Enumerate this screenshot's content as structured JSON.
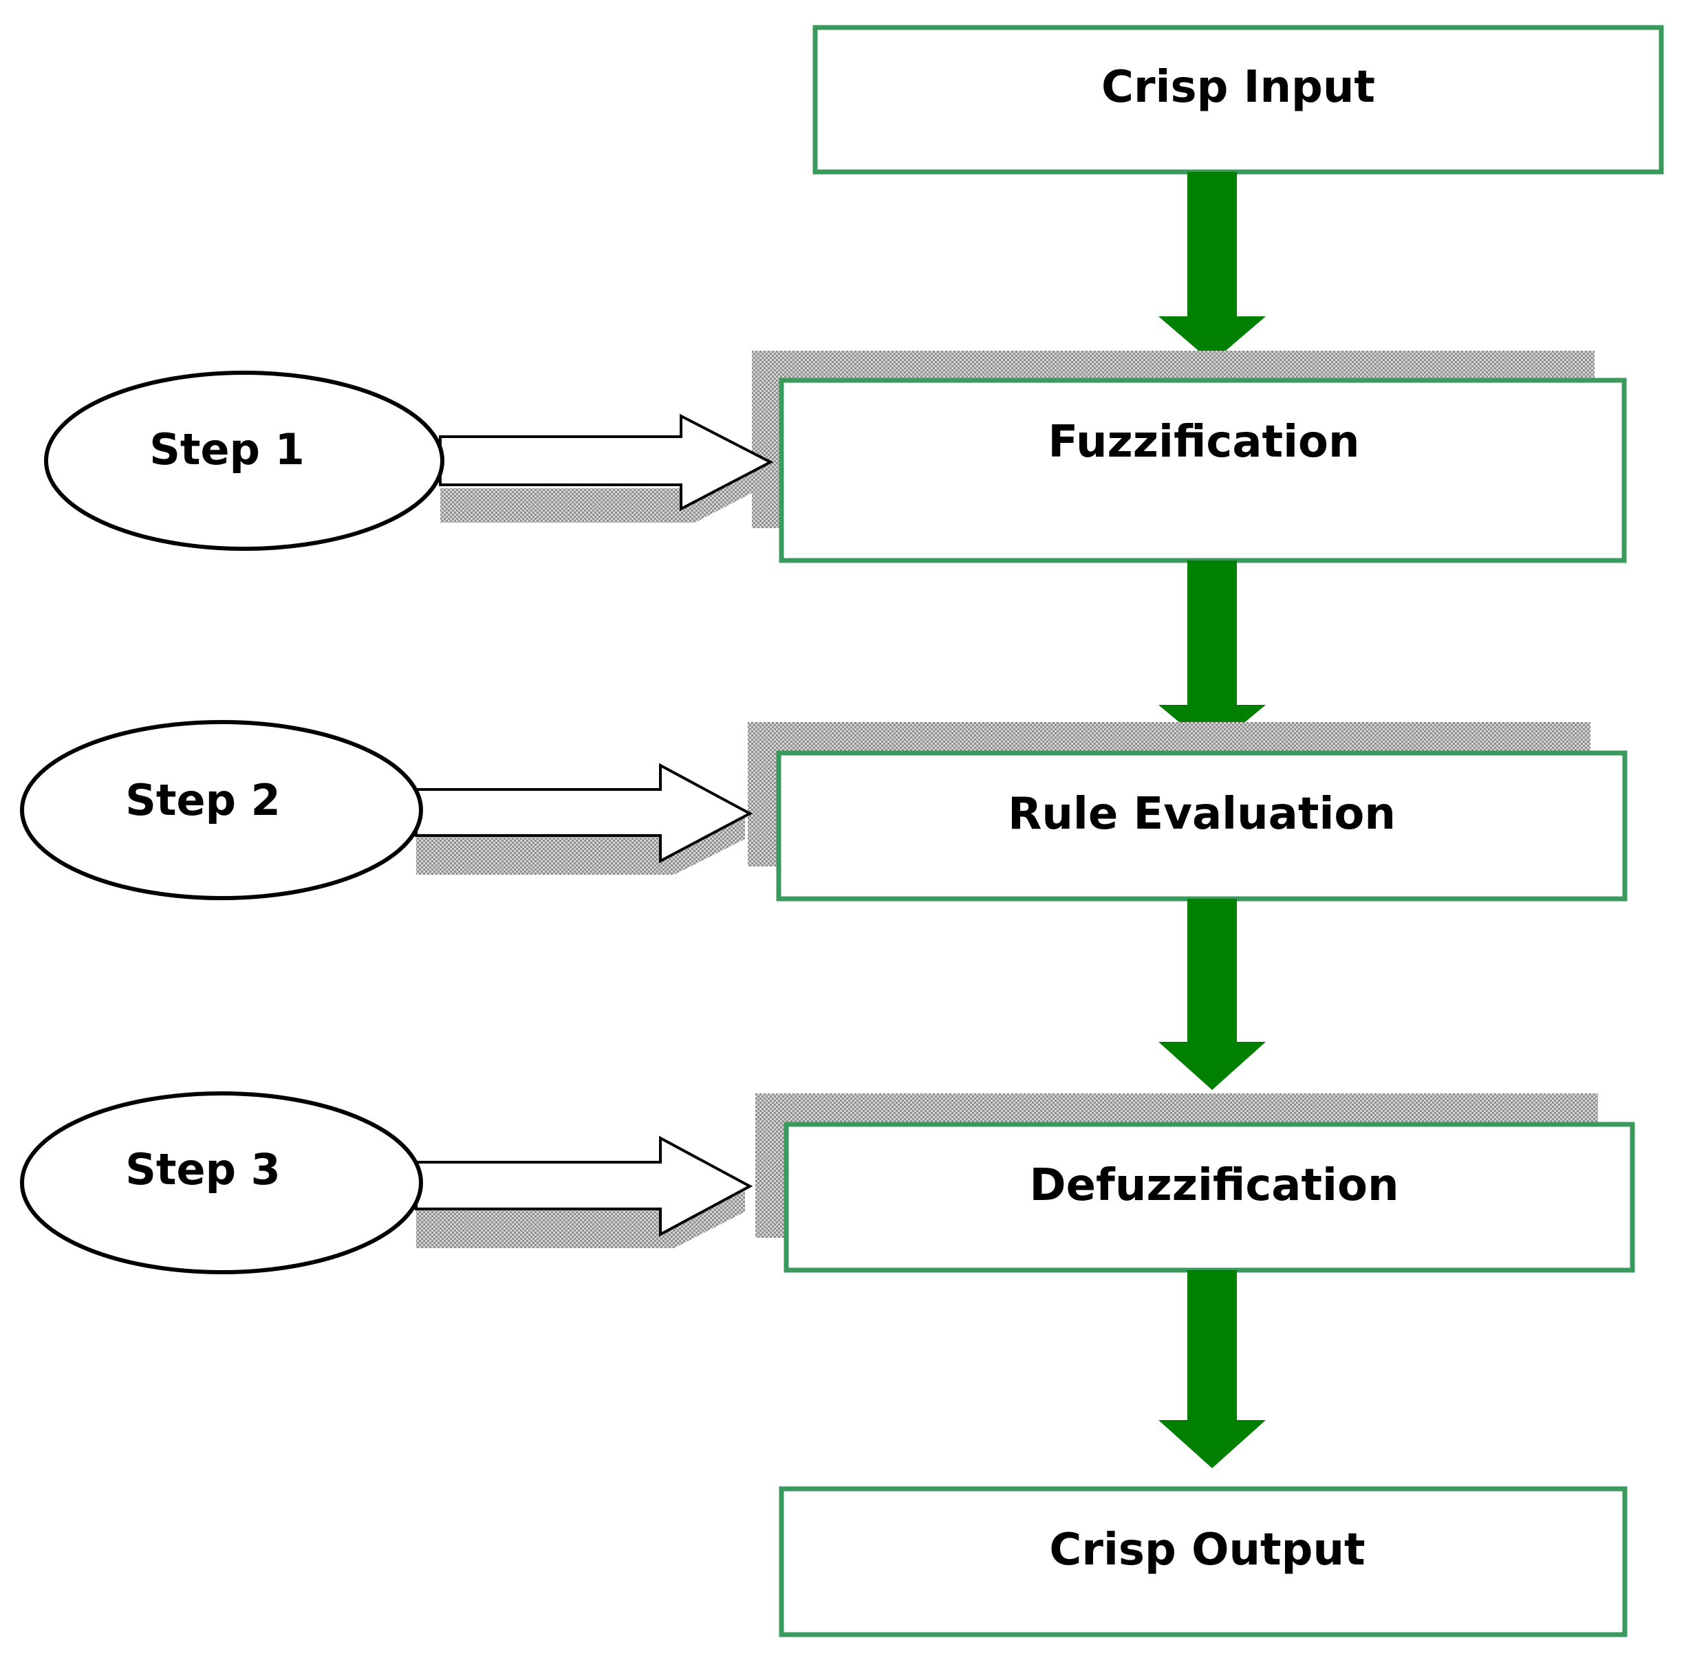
{
  "diagram": {
    "boxes": {
      "crisp_input": "Crisp Input",
      "fuzzification": "Fuzzification",
      "rule_evaluation": "Rule Evaluation",
      "defuzzification": "Defuzzification",
      "crisp_output": "Crisp Output"
    },
    "steps": {
      "step1": "Step 1",
      "step2": "Step 2",
      "step3": "Step 3"
    }
  },
  "colors": {
    "box_border": "#3a9a5c",
    "flow_arrow": "#008000",
    "shadow": "#a9a9a9",
    "outline": "#000000"
  }
}
